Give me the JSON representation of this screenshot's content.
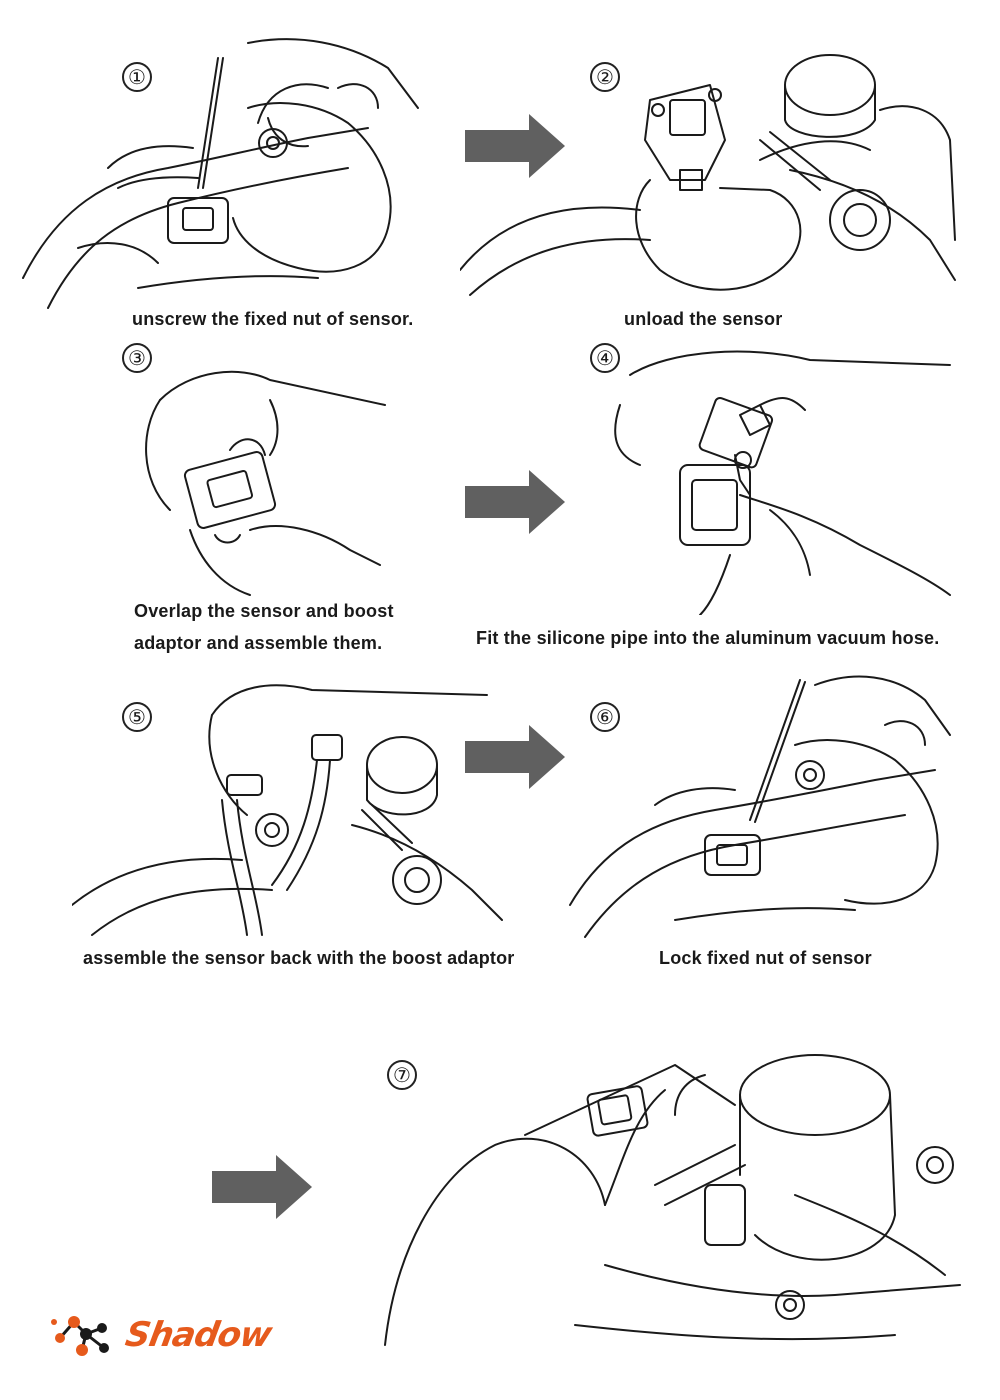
{
  "steps": [
    {
      "number": "①",
      "caption": "unscrew the fixed nut of sensor."
    },
    {
      "number": "②",
      "caption": "unload the sensor"
    },
    {
      "number": "③",
      "caption_lines": [
        "Overlap the sensor and boost",
        "adaptor and assemble them."
      ]
    },
    {
      "number": "④",
      "caption": "Fit the silicone pipe into the aluminum vacuum hose."
    },
    {
      "number": "⑤",
      "caption": "assemble the sensor back with the boost adaptor"
    },
    {
      "number": "⑥",
      "caption": "Lock fixed nut of sensor"
    },
    {
      "number": "⑦",
      "caption": ""
    }
  ],
  "logo": {
    "brand": "Shadow",
    "color": "#e65a1c",
    "dot_colors": [
      "#e65a1c",
      "#1a1a1a"
    ]
  },
  "colors": {
    "arrow": "#606060",
    "line": "#1a1a1a",
    "background": "#ffffff"
  }
}
